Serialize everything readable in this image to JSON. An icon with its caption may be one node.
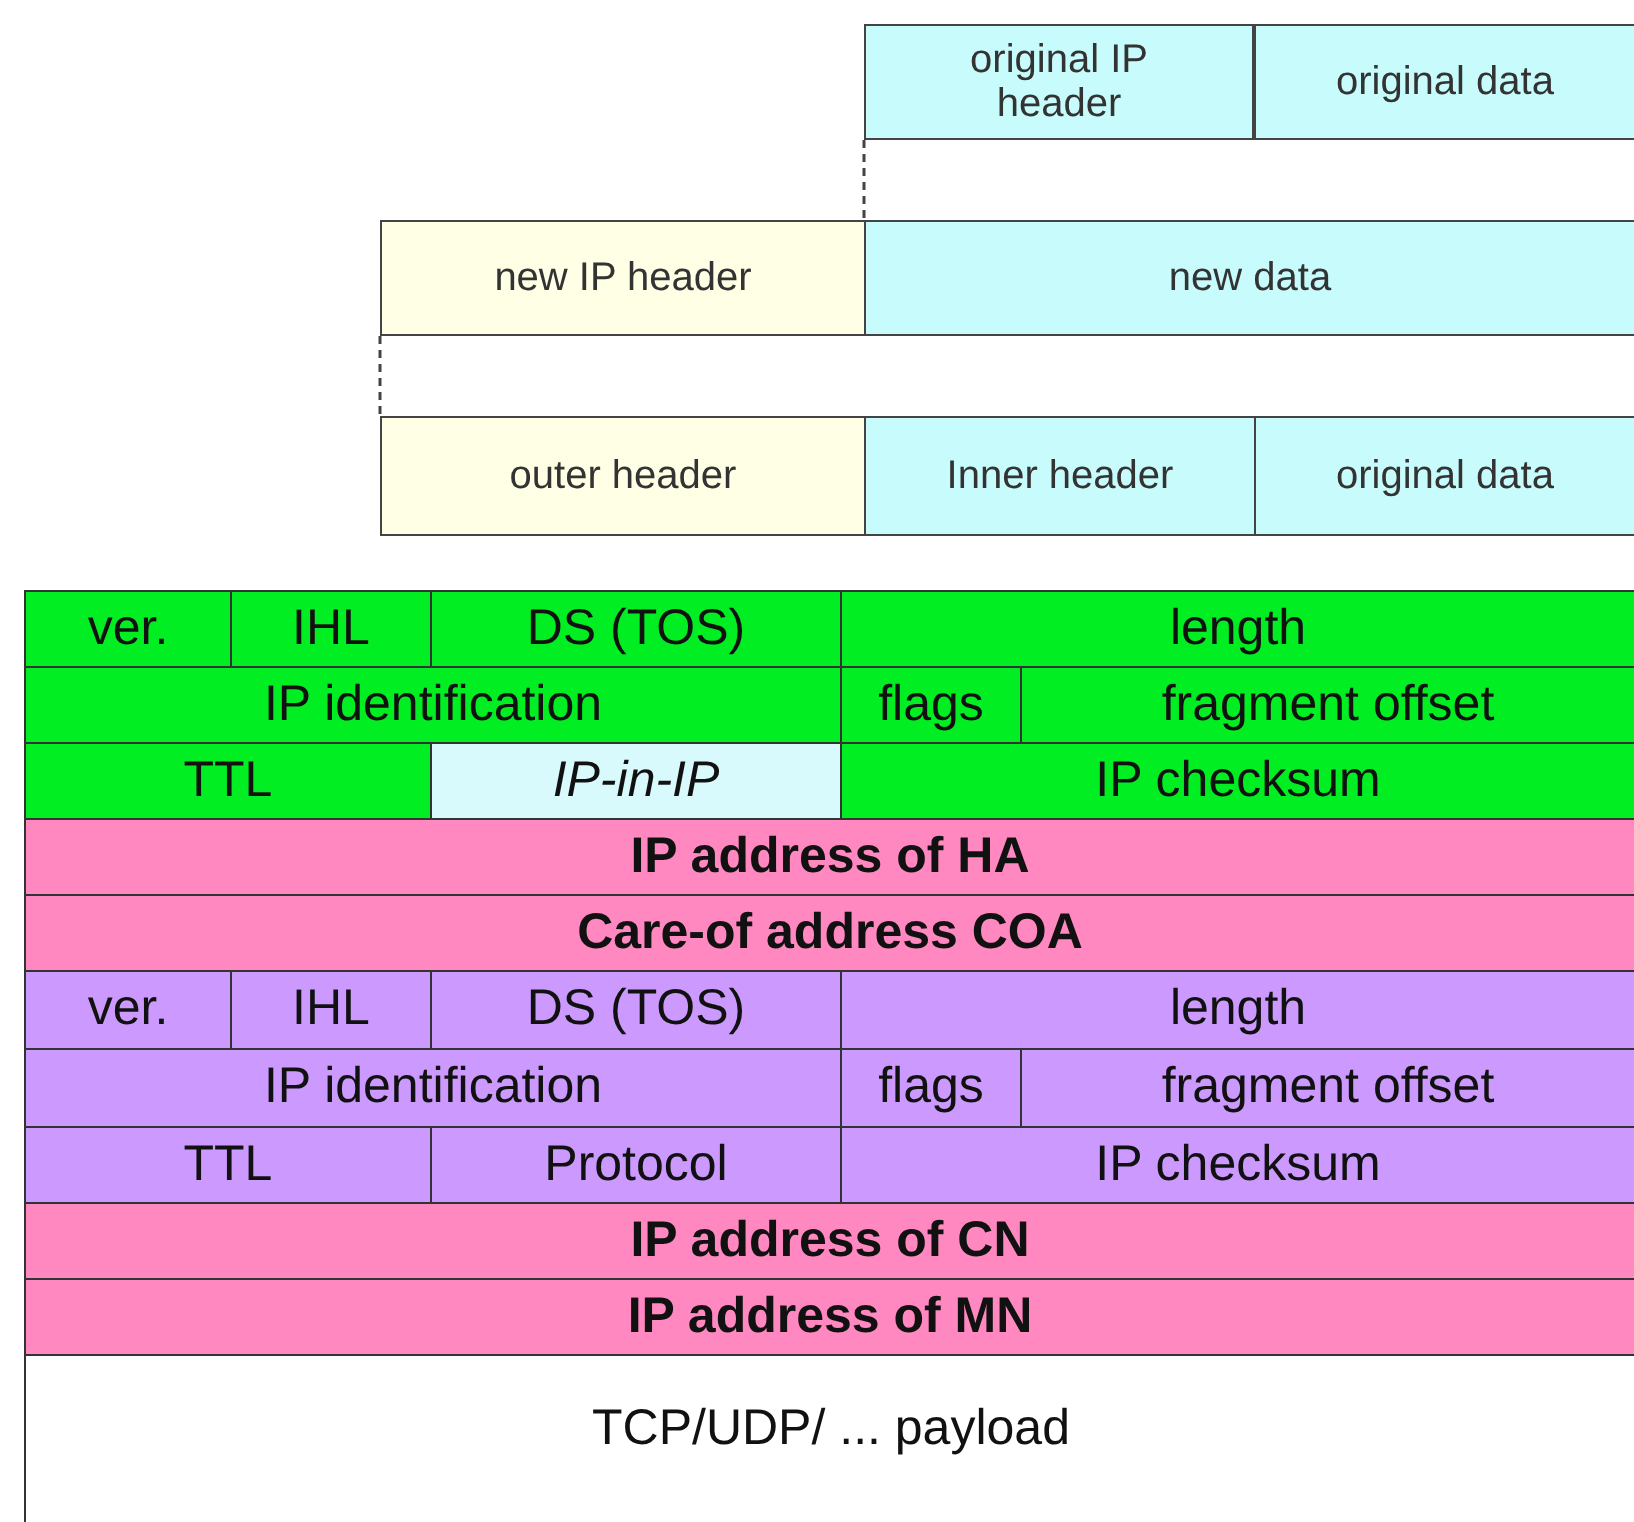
{
  "diagram": {
    "nodes": [
      {
        "text": [
          "original IP header"
        ]
      },
      {
        "text": [
          "original data"
        ]
      },
      {
        "text": [
          "new IP header"
        ]
      },
      {
        "text": [
          "new data"
        ]
      },
      {
        "text": [
          "outer header"
        ]
      },
      {
        "text": [
          "Inner header"
        ]
      },
      {
        "text": [
          "original data"
        ]
      },
      {
        "text": [
          "ver."
        ]
      },
      {
        "text": [
          "IHL"
        ]
      },
      {
        "text": [
          "DS (TOS)"
        ]
      },
      {
        "text": [
          "length"
        ]
      },
      {
        "text": [
          "IP identification"
        ]
      },
      {
        "text": [
          "flags"
        ]
      },
      {
        "text": [
          "fragment offset"
        ]
      },
      {
        "text": [
          "TTL"
        ]
      },
      {
        "text": [
          "IP-in-IP"
        ]
      },
      {
        "text": [
          "IP checksum"
        ]
      },
      {
        "text": [
          "IP address of HA"
        ]
      },
      {
        "text": [
          "Care-of address COA"
        ]
      },
      {
        "text": [
          "ver."
        ]
      },
      {
        "text": [
          "IHL"
        ]
      },
      {
        "text": [
          "DS (TOS)"
        ]
      },
      {
        "text": [
          "length"
        ]
      },
      {
        "text": [
          "IP identification"
        ]
      },
      {
        "text": [
          "flags"
        ]
      },
      {
        "text": [
          "fragment offset"
        ]
      },
      {
        "text": [
          "TTL"
        ]
      },
      {
        "text": [
          "Protocol"
        ]
      },
      {
        "text": [
          "IP checksum"
        ]
      },
      {
        "text": [
          "IP address of CN"
        ]
      },
      {
        "text": [
          "IP address of MN"
        ]
      },
      {
        "text": [
          "TCP/UDP/ ... payload"
        ]
      }
    ],
    "edges": [
      {
        "from": 0,
        "to": 2,
        "arrow": "none",
        "style": "dashed"
      },
      {
        "from": 2,
        "to": 4,
        "arrow": "none",
        "style": "dashed"
      }
    ]
  }
}
